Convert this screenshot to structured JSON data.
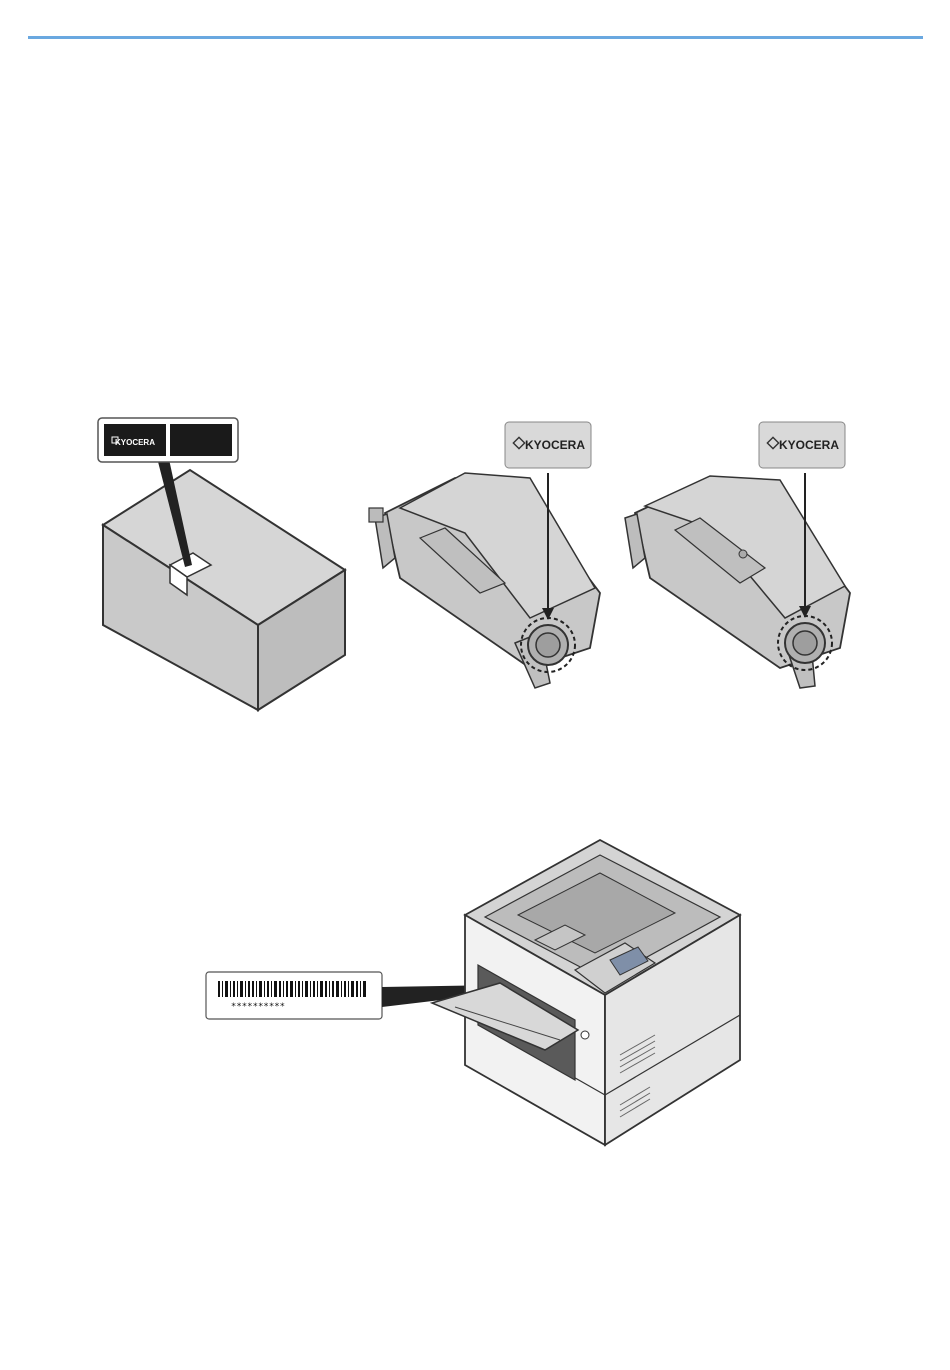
{
  "brand": {
    "name": "KYOCERA",
    "accent_color": "#6aa8e0"
  },
  "figures": {
    "toner_box": {
      "label_brand": "KYOCERA"
    },
    "toner_cartridge_a": {
      "label_brand": "KYOCERA"
    },
    "toner_cartridge_b": {
      "label_brand": "KYOCERA"
    },
    "printer": {
      "serial_label": "**********"
    }
  }
}
